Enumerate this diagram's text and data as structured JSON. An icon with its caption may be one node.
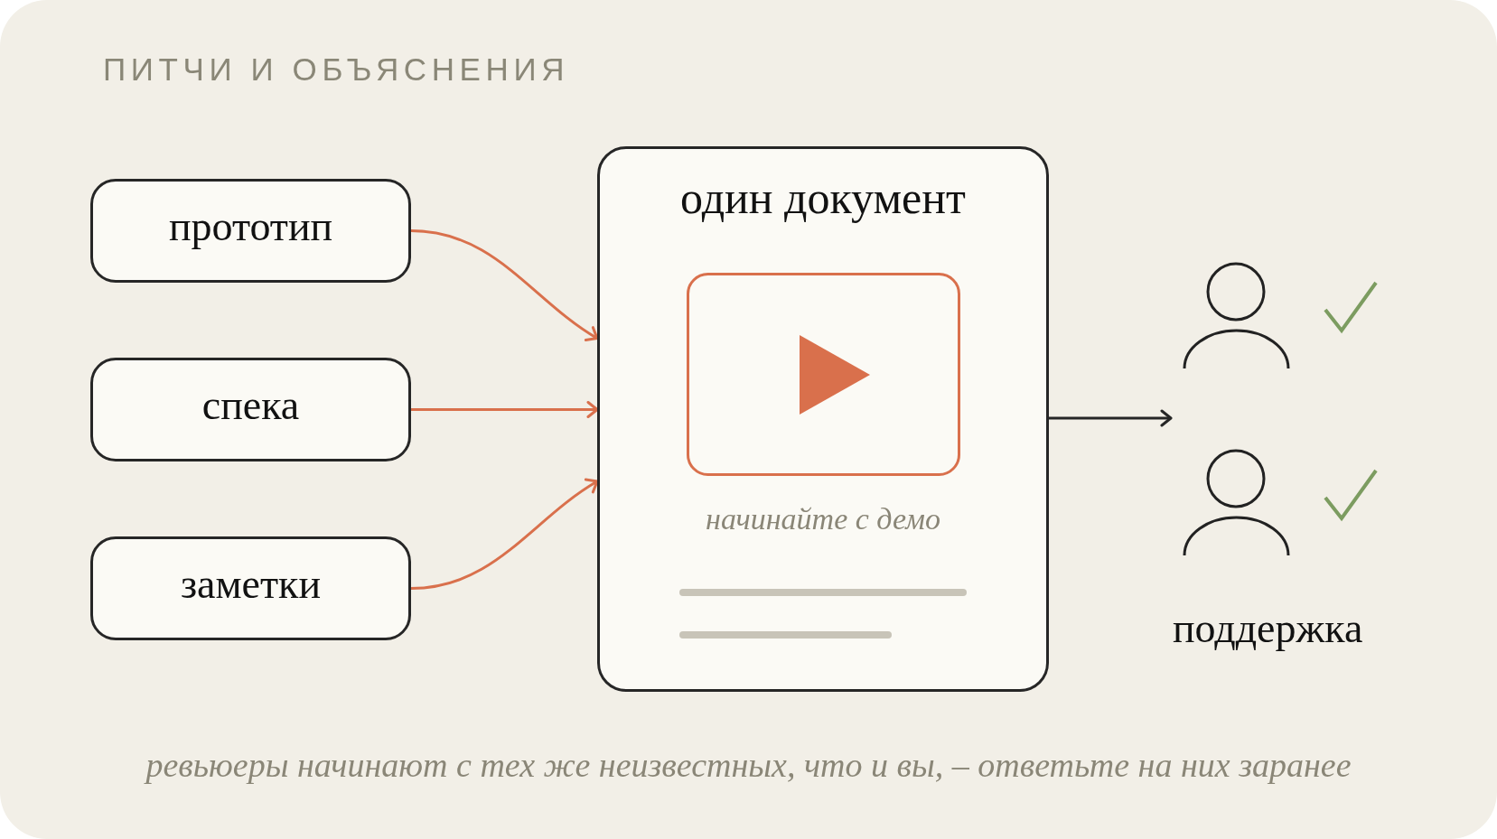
{
  "diagram": {
    "title": "ПИТЧИ И ОБЪЯСНЕНИЯ",
    "caption": "ревьюеры начинают с тех же неизвестных, что и вы, – ответьте на них заранее",
    "nodes": [
      {
        "text": [
          "прототип"
        ]
      },
      {
        "text": [
          "спека"
        ]
      },
      {
        "text": [
          "заметки"
        ]
      },
      {
        "text": [
          "один документ",
          "начинайте с демо"
        ]
      },
      {
        "text": [
          "поддержка"
        ]
      }
    ],
    "edges": [
      {
        "from": 0,
        "to": 3,
        "arrow": "to"
      },
      {
        "from": 1,
        "to": 3,
        "arrow": "to"
      },
      {
        "from": 2,
        "to": 3,
        "arrow": "to"
      },
      {
        "from": 3,
        "to": 4,
        "arrow": "to",
        "color": "#262626"
      }
    ]
  }
}
